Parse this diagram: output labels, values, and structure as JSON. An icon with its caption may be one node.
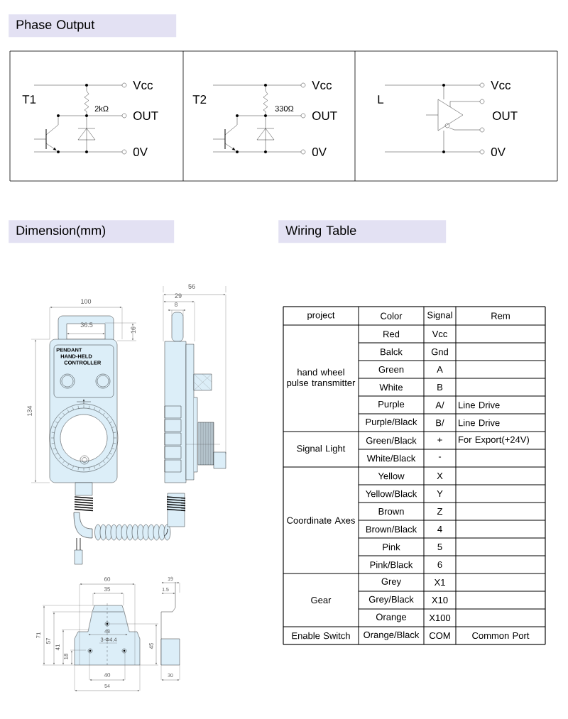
{
  "diagram": {
    "nodes": [
      {
        "text": [
          "Phase Output"
        ]
      },
      {
        "text": [
          "Dimension(mm)"
        ]
      },
      {
        "text": [
          "Wiring Table"
        ]
      }
    ],
    "labels": [
      "T1",
      "Vcc",
      "2kΩ",
      "OUT",
      "0V",
      "T2",
      "Vcc",
      "330Ω",
      "OUT",
      "0V",
      "L",
      "Vcc",
      "OUT",
      "0V",
      "56",
      "29",
      "8",
      "100",
      "36.5",
      "16",
      "134",
      "PENDANT",
      "HAND-HELD",
      "CONTROLLER",
      "60",
      "35",
      "71",
      "57",
      "41",
      "18",
      "48",
      "3-Φ4.4",
      "45",
      "40",
      "54",
      "19",
      "1.5",
      "30",
      "project",
      "Color",
      "Signal",
      "Rem",
      "hand wheel pulse transmitter",
      "Red",
      "Vcc",
      "Balck",
      "Gnd",
      "Green",
      "A",
      "White",
      "B",
      "Purple",
      "A/",
      "Line Drive",
      "Purple/Black",
      "B/",
      "Line Drive",
      "Signal Light",
      "Green/Black",
      "+",
      "For Export(+24V)",
      "White/Black",
      "-",
      "Coordinate Axes",
      "Yellow",
      "X",
      "Yellow/Black",
      "Y",
      "Brown",
      "Z",
      "Brown/Black",
      "4",
      "Pink",
      "5",
      "Pink/Black",
      "6",
      "Gear",
      "Grey",
      "X1",
      "Grey/Black",
      "X10",
      "Orange",
      "X100",
      "Enable Switch",
      "Orange/Black",
      "COM",
      "Common Port"
    ]
  }
}
